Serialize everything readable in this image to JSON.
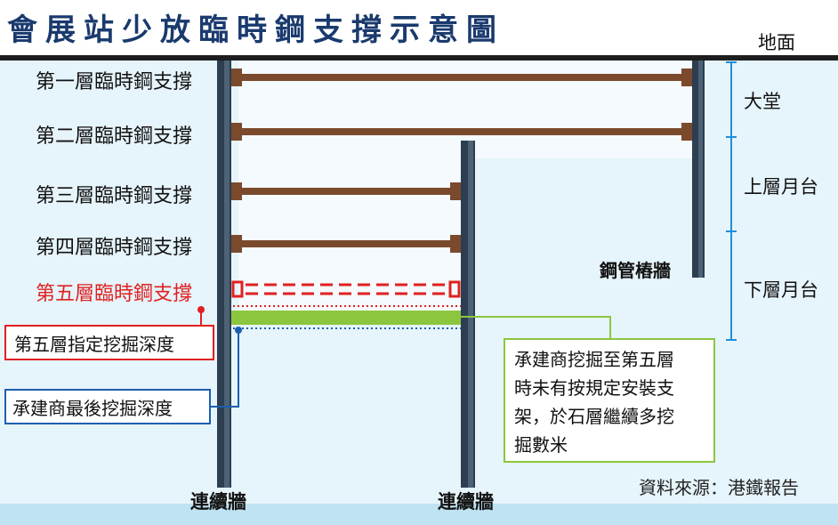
{
  "title": "會展站少放臨時鋼支撐示意圖",
  "ground_label": "地面",
  "struts": [
    {
      "label": "第一層臨時鋼支撐"
    },
    {
      "label": "第二層臨時鋼支撐"
    },
    {
      "label": "第三層臨時鋼支撐"
    },
    {
      "label": "第四層臨時鋼支撐"
    },
    {
      "label": "第五層臨時鋼支撐"
    }
  ],
  "zones": {
    "concourse": "大堂",
    "upper_platform": "上層月台",
    "lower_platform": "下層月台"
  },
  "pipe_pile_wall_label": "鋼管樁牆",
  "designated_depth_label": "第五層指定挖掘深度",
  "contractor_depth_label": "承建商最後挖掘深度",
  "note_lines": [
    "承建商挖掘至第五層",
    "時未有按規定安裝支",
    "架，於石層繼續多挖",
    "掘數米"
  ],
  "wall_labels": {
    "left": "連續牆",
    "right": "連續牆"
  },
  "source": "資料來源：港鐵報告",
  "colors": {
    "title": "#1a3a6e",
    "strut": "#7b4a2d",
    "wall": "#2c3e50",
    "red": "#e02020",
    "blue": "#1c5fb0",
    "green": "#8cc63f",
    "bracket": "#1f8fdc",
    "sky": "#dff1fa"
  }
}
